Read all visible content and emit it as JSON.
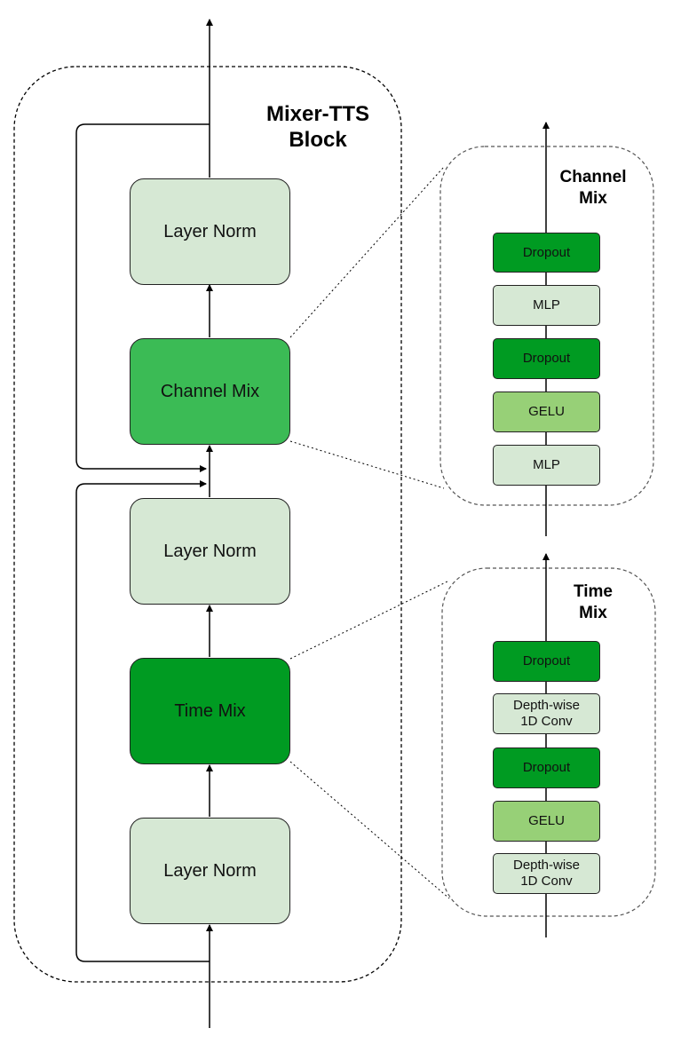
{
  "diagram": {
    "main": {
      "title": [
        "Mixer-TTS",
        "Block"
      ],
      "blocks": {
        "layer_norm_top": "Layer Norm",
        "channel_mix": "Channel Mix",
        "layer_norm_mid": "Layer Norm",
        "time_mix": "Time Mix",
        "layer_norm_bottom": "Layer Norm"
      }
    },
    "channel_mix_detail": {
      "title": [
        "Channel",
        "Mix"
      ],
      "layers": [
        "Dropout",
        "MLP",
        "Dropout",
        "GELU",
        "MLP"
      ]
    },
    "time_mix_detail": {
      "title": [
        "Time",
        "Mix"
      ],
      "layers": [
        [
          "Dropout"
        ],
        [
          "Depth-wise",
          "1D Conv"
        ],
        [
          "Dropout"
        ],
        [
          "GELU"
        ],
        [
          "Depth-wise",
          "1D Conv"
        ]
      ]
    },
    "colors": {
      "light_green": "#d6e8d4",
      "medium_green": "#3bbb55",
      "dark_green": "#009b22",
      "gelu_green": "#97d077",
      "stroke": "#000000"
    }
  }
}
